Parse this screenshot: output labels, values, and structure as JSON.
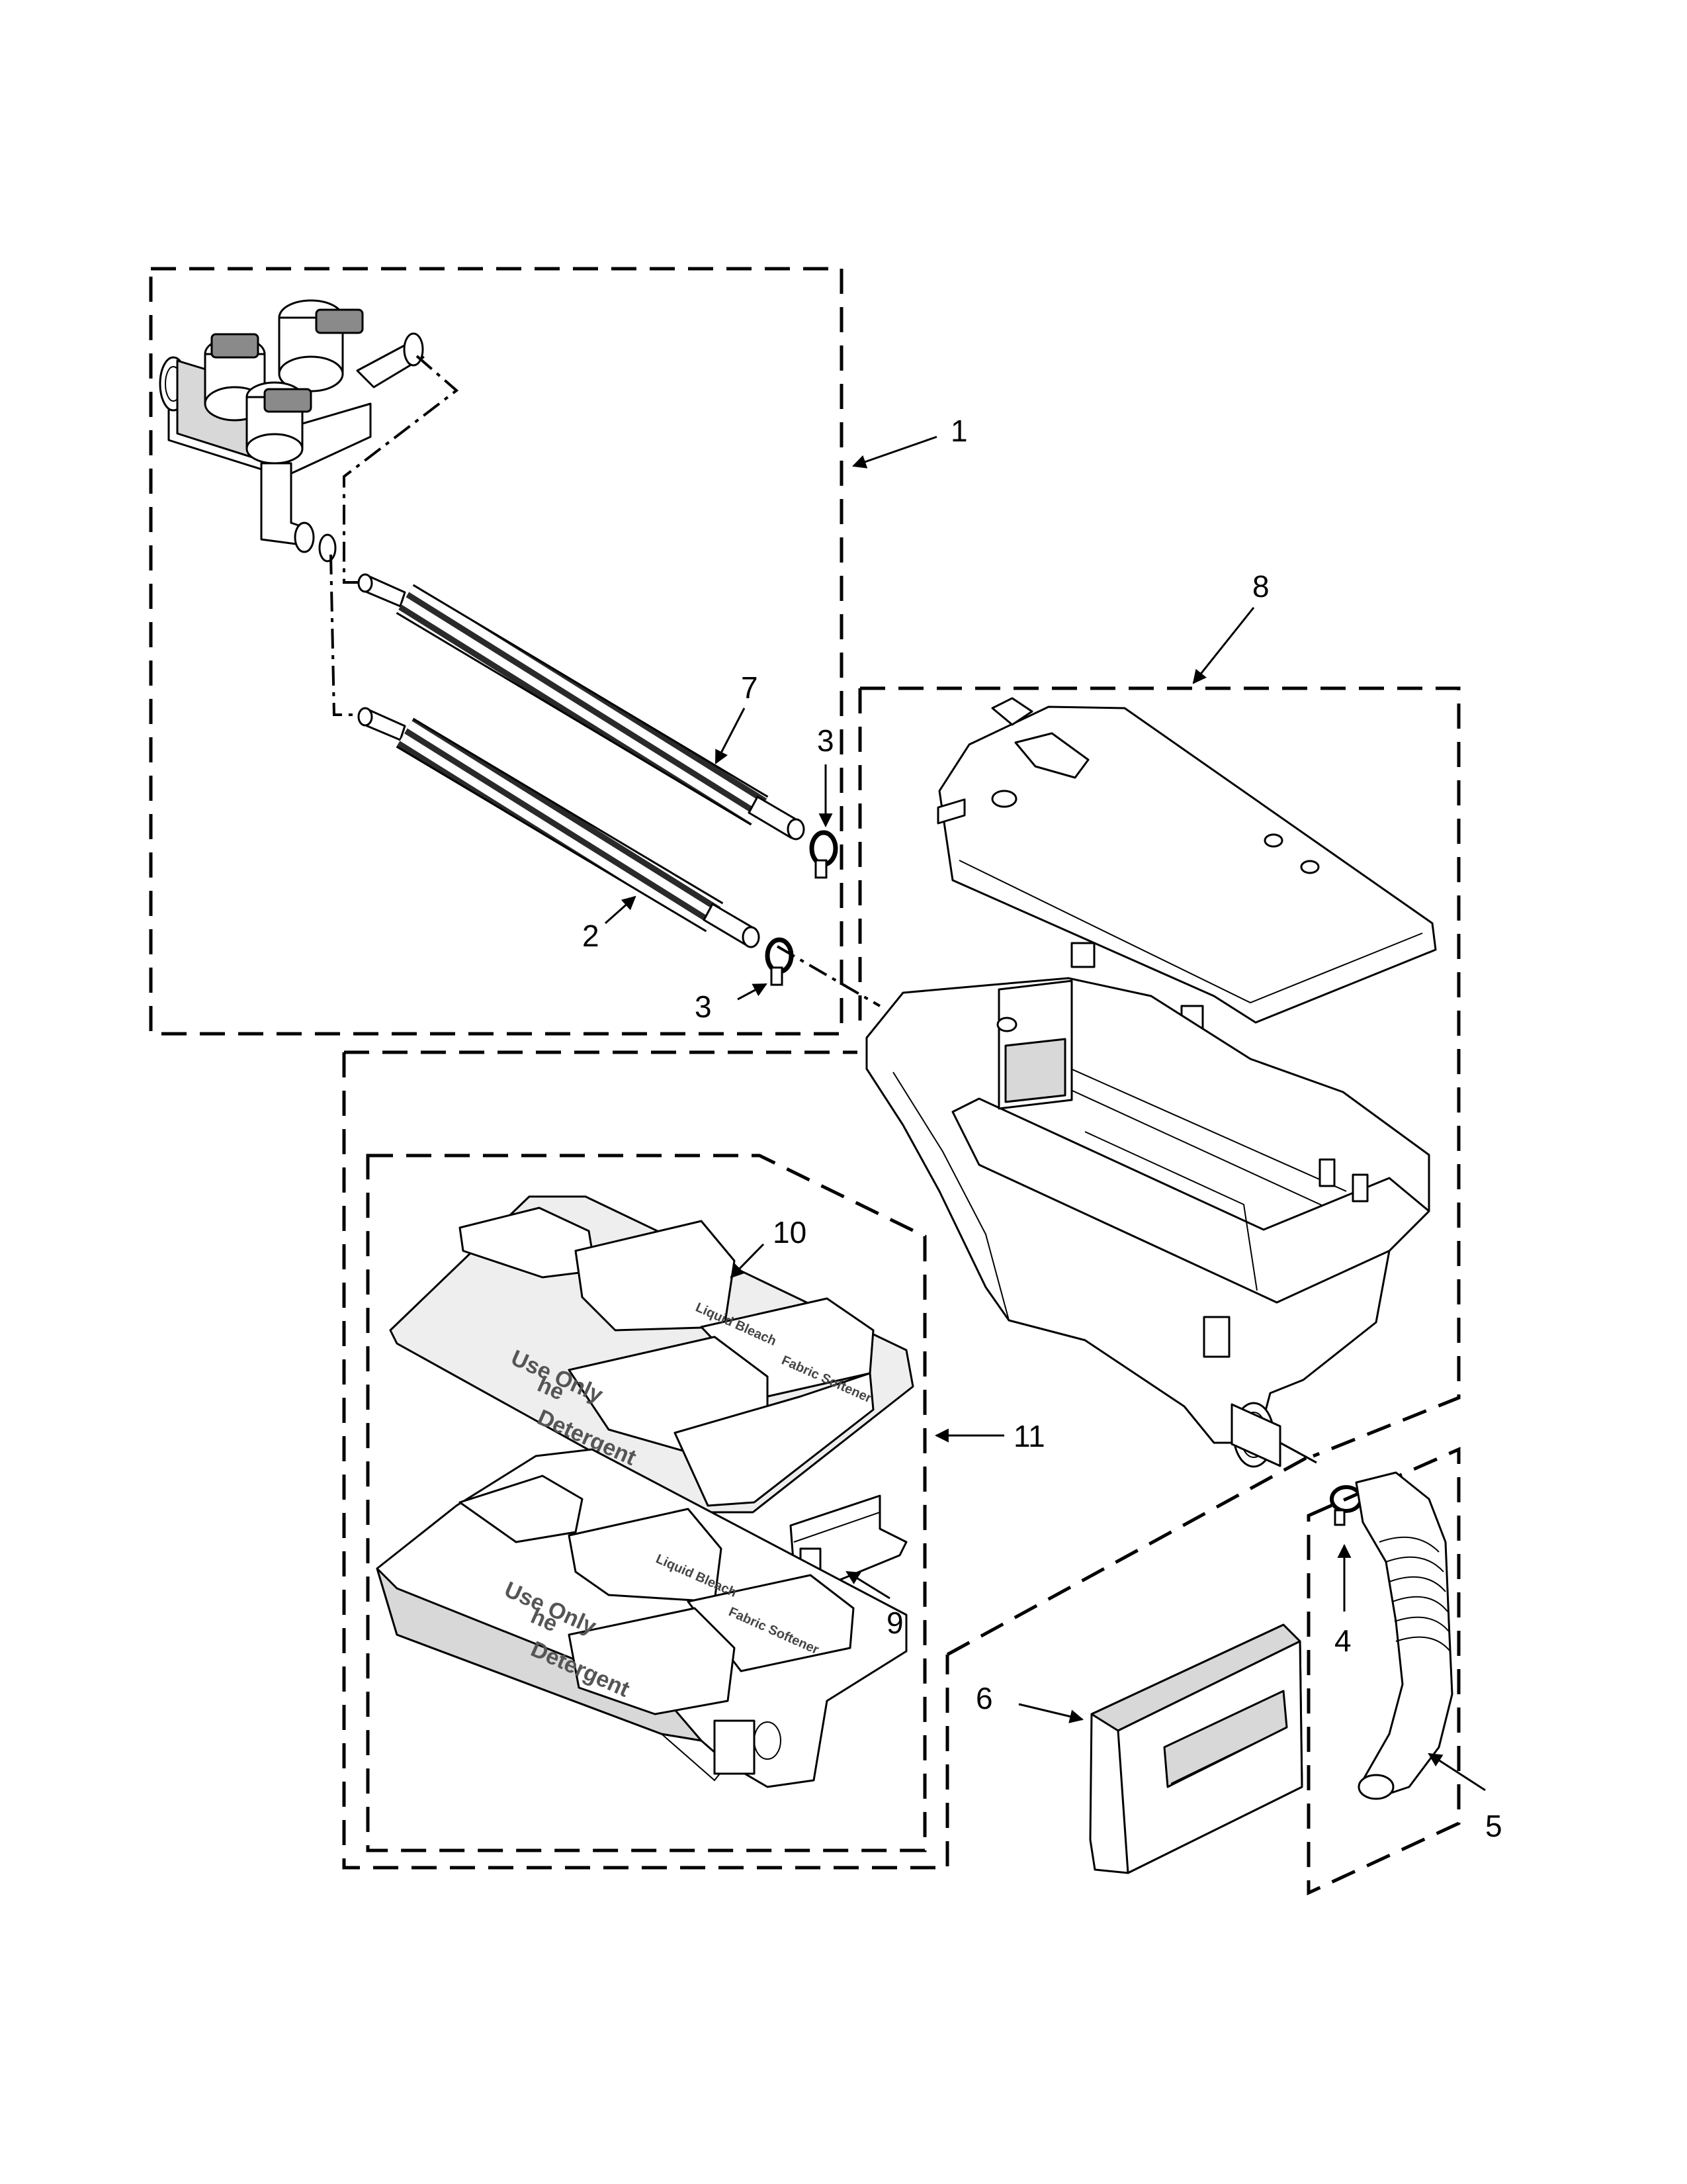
{
  "callouts": {
    "c1": "1",
    "c2": "2",
    "c3a": "3",
    "c3b": "3",
    "c4": "4",
    "c5": "5",
    "c6": "6",
    "c7": "7",
    "c8": "8",
    "c9": "9",
    "c10": "10",
    "c11": "11"
  },
  "dispenser_print": {
    "use_only": "Use Only",
    "he": "he",
    "detergent": "Detergent",
    "liquid_bleach": "Liquid Bleach",
    "fabric_softener": "Fabric Softener"
  }
}
